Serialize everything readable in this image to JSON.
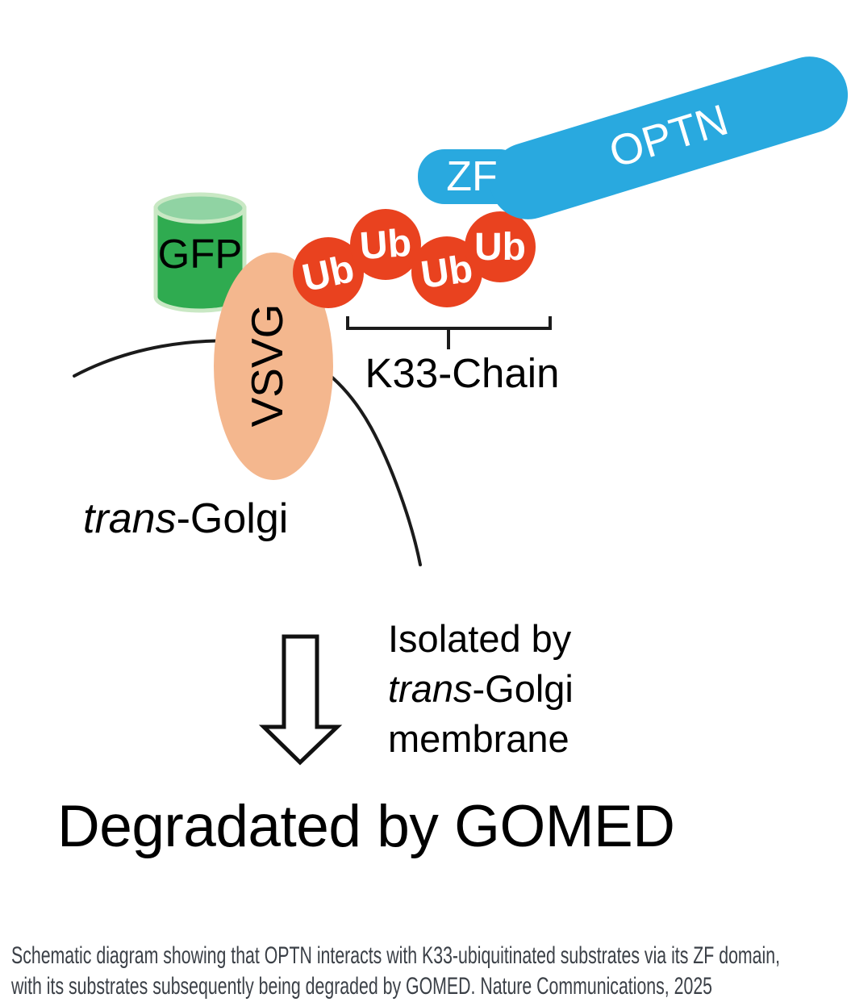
{
  "colors": {
    "optn_blue": "#29A9DF",
    "ub_red": "#E9421F",
    "gfp_green": "#2FAB50",
    "gfp_green_top": "#90D3A3",
    "gfp_green_border": "#C9E8C4",
    "vsvg_peach": "#F4B78E",
    "line_black": "#1B1B1B",
    "label_white": "#FFFFFF",
    "caption_gray": "#3B4047"
  },
  "diagram": {
    "optn_label": "OPTN",
    "zf_label": "ZF",
    "ub_label": "Ub",
    "gfp_label": "GFP",
    "vsvg_label": "VSVG",
    "k33_chain_label": "K33-Chain",
    "trans_italic": "trans",
    "golgi_suffix": "-Golgi",
    "isolated_line1": "Isolated by",
    "isolated_line3": "membrane",
    "degraded_label": "Degradated by GOMED"
  },
  "caption": {
    "line1": "Schematic diagram showing that OPTN interacts with K33-ubiquitinated substrates via its ZF domain,",
    "line2": "with its substrates subsequently being degraded by GOMED. Nature Communications, 2025"
  }
}
